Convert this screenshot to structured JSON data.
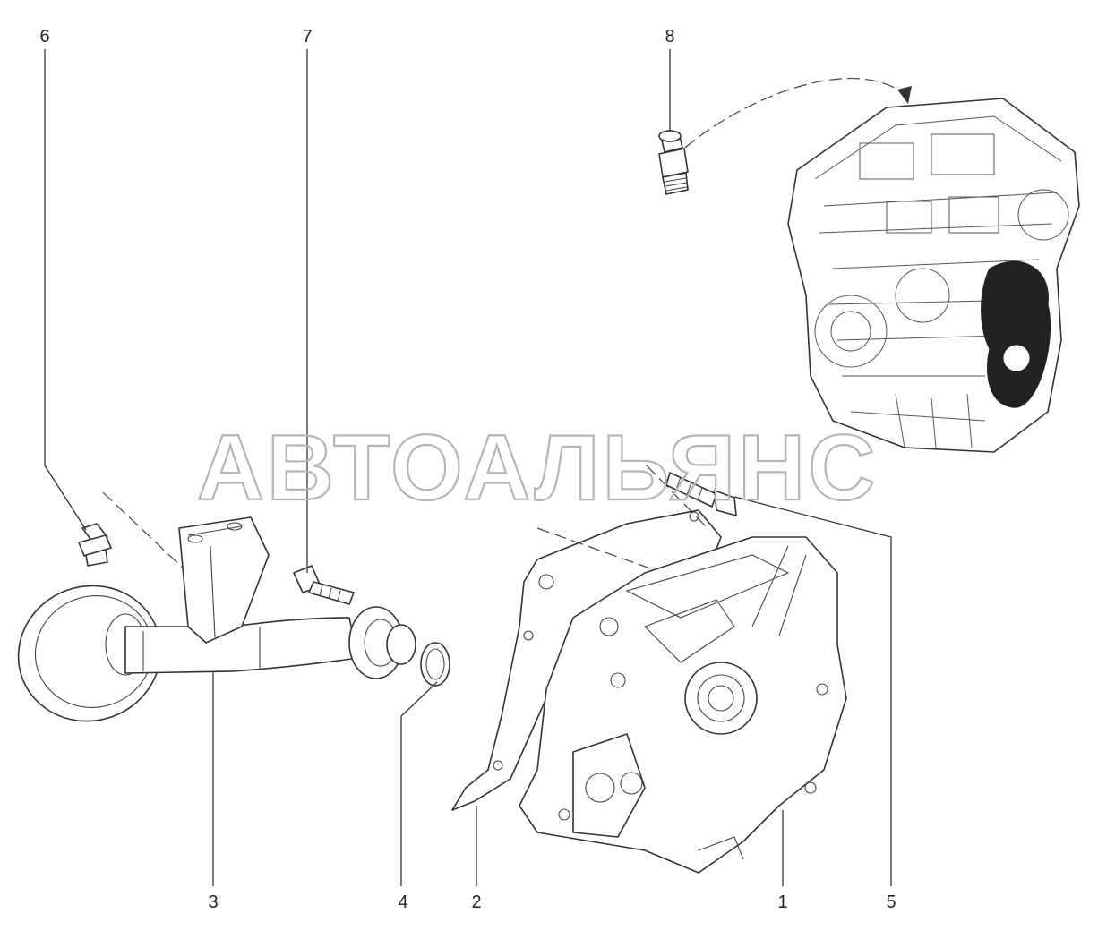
{
  "watermark": "АВТОАЛЬЯНС",
  "callouts": [
    {
      "id": "1",
      "label": "1"
    },
    {
      "id": "2",
      "label": "2"
    },
    {
      "id": "3",
      "label": "3"
    },
    {
      "id": "4",
      "label": "4"
    },
    {
      "id": "5",
      "label": "5"
    },
    {
      "id": "6",
      "label": "6"
    },
    {
      "id": "7",
      "label": "7"
    },
    {
      "id": "8",
      "label": "8"
    }
  ],
  "colors": {
    "ink": "#333333",
    "watermark": "#b5b5b5",
    "background": "#ffffff"
  }
}
